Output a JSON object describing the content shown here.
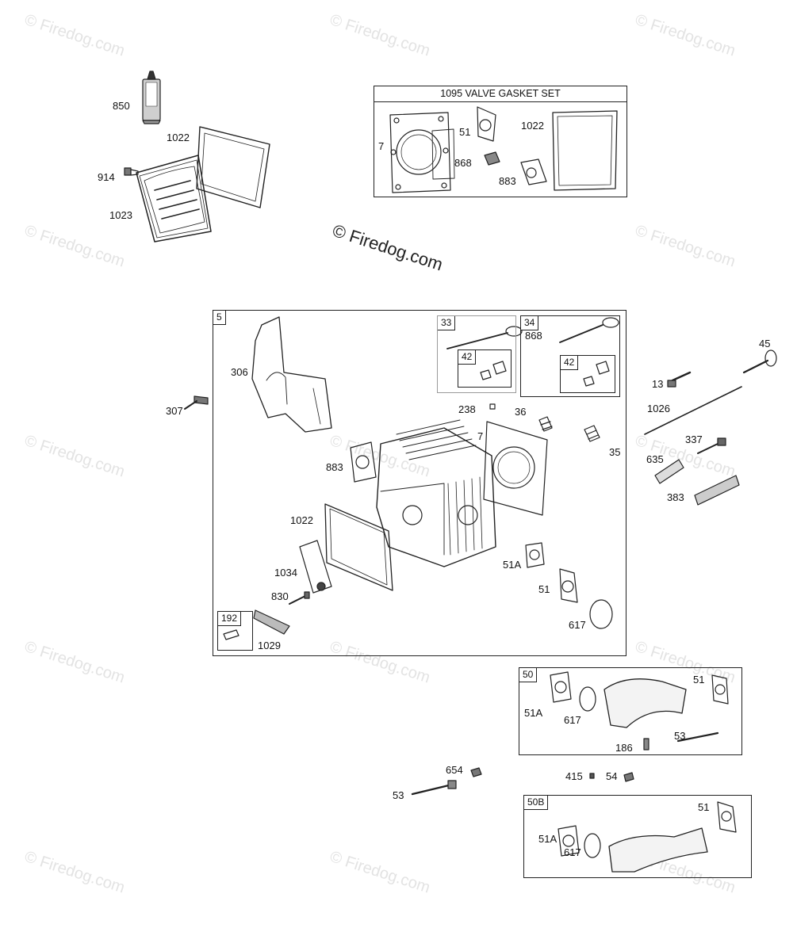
{
  "watermark": "© Firedog.com",
  "center_watermark": "© Firedog.com",
  "gasket_set": {
    "title": "1095 VALVE GASKET SET",
    "labels": {
      "p7": "7",
      "p51": "51",
      "p1022": "1022",
      "p868": "868",
      "p883": "883"
    }
  },
  "top_parts": {
    "p850": "850",
    "p1022": "1022",
    "p914": "914",
    "p1023": "1023"
  },
  "head_box": {
    "tag": "5",
    "sub33": "33",
    "sub34": "34",
    "sub42a": "42",
    "sub42b": "42",
    "sub192": "192",
    "labels": {
      "p306": "306",
      "p868": "868",
      "p238": "238",
      "p36": "36",
      "p7": "7",
      "p35": "35",
      "p883": "883",
      "p1022": "1022",
      "p1034": "1034",
      "p830": "830",
      "p1029": "1029",
      "p51A": "51A",
      "p51": "51",
      "p617": "617"
    }
  },
  "side_parts": {
    "p307": "307",
    "p13": "13",
    "p45": "45",
    "p1026": "1026",
    "p337": "337",
    "p635": "635",
    "p383": "383"
  },
  "box50": {
    "tag": "50",
    "p51": "51",
    "p51A": "51A",
    "p617": "617",
    "p53": "53",
    "p186": "186"
  },
  "loose": {
    "p654": "654",
    "p53": "53",
    "p415": "415",
    "p54": "54"
  },
  "box50b": {
    "tag": "50B",
    "p51": "51",
    "p51A": "51A",
    "p617": "617"
  }
}
